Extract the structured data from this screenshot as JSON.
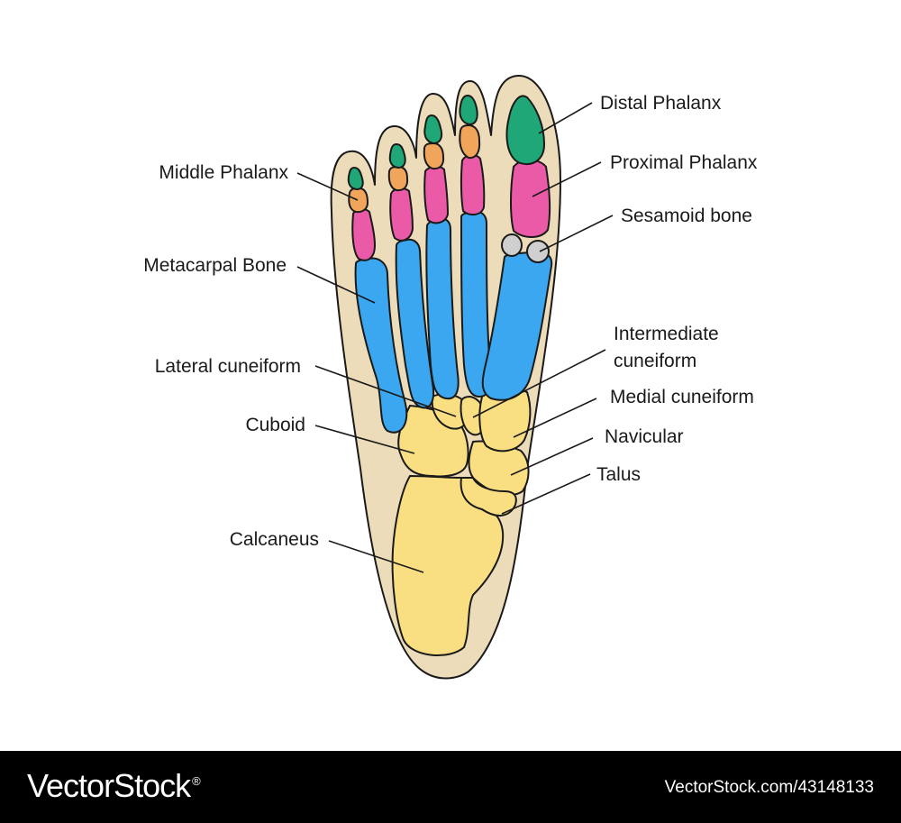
{
  "colors": {
    "skin": "#ecdcba",
    "tarsal": "#fadf82",
    "metatarsal": "#3aa7f0",
    "proximal_phalanx": "#eb5aa6",
    "middle_phalanx": "#f1a55a",
    "distal_phalanx": "#1fa777",
    "sesamoid": "#cfcfcf",
    "outline": "#1a1a1a"
  },
  "labels": {
    "distal_phalanx": "Distal Phalanx",
    "proximal_phalanx": "Proximal Phalanx",
    "sesamoid_bone": "Sesamoid bone",
    "middle_phalanx": "Middle Phalanx",
    "metacarpal_bone": "Metacarpal Bone",
    "intermediate_cuneiform_1": "Intermediate",
    "intermediate_cuneiform_2": "cuneiform",
    "lateral_cuneiform": "Lateral cuneiform",
    "medial_cuneiform": "Medial cuneiform",
    "cuboid": "Cuboid",
    "navicular": "Navicular",
    "talus": "Talus",
    "calcaneus": "Calcaneus"
  },
  "footer": {
    "brand": "VectorStock",
    "brand_mark": "®",
    "image_id": "VectorStock.com/43148133"
  }
}
